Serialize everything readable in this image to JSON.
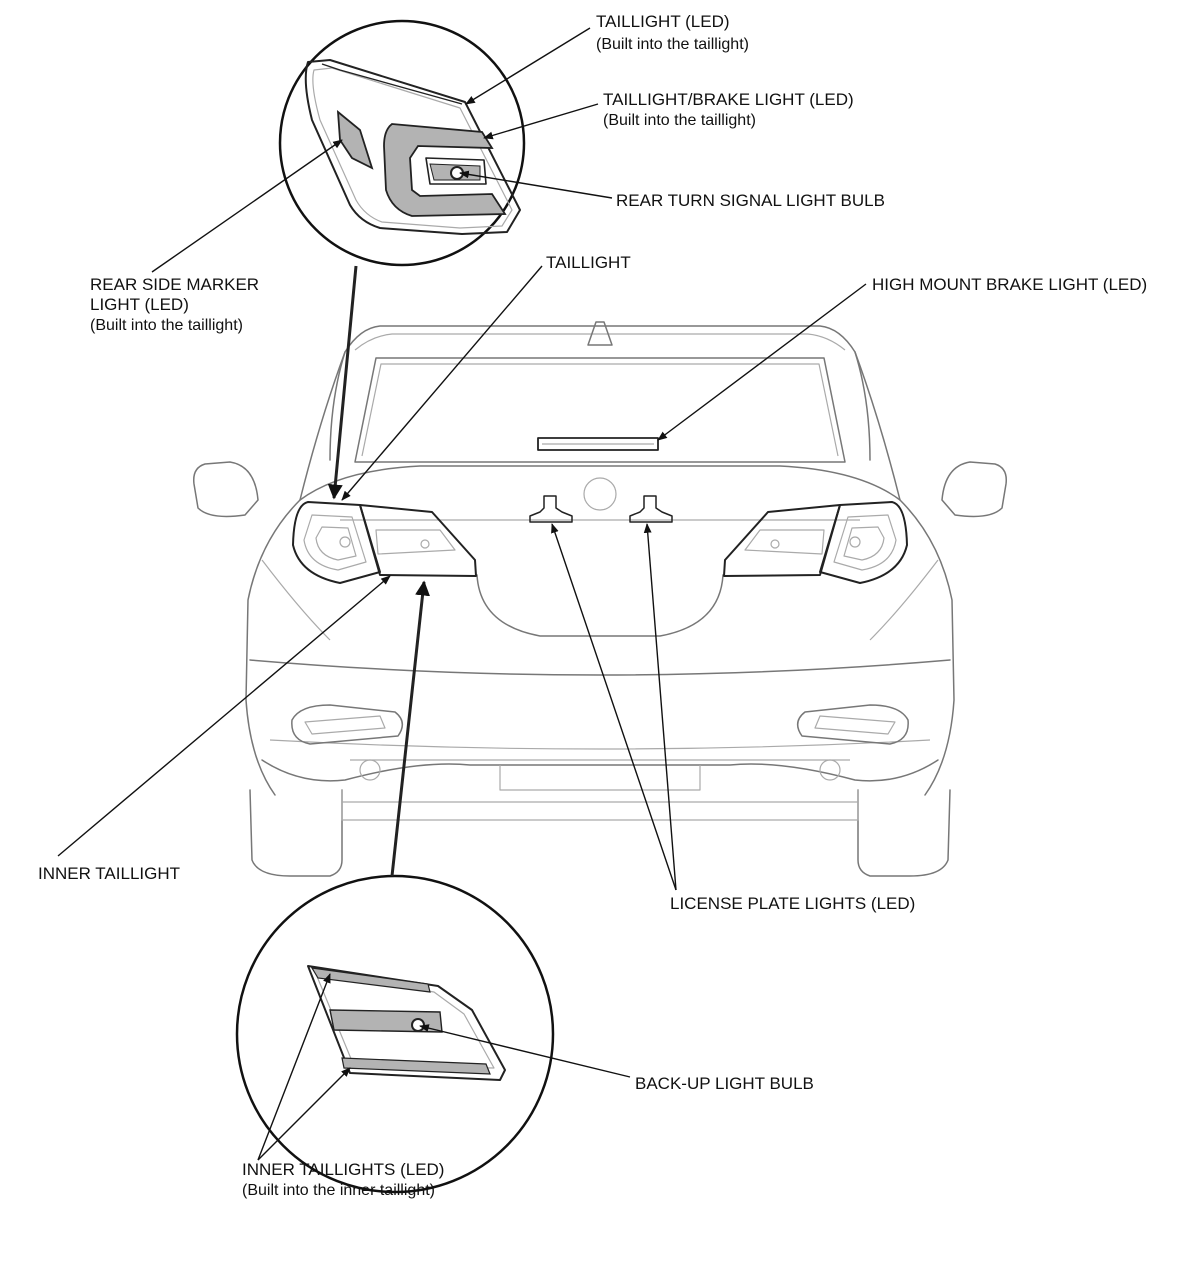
{
  "labels": {
    "taillight_led": "TAILLIGHT (LED)",
    "taillight_led_sub": "(Built into the taillight)",
    "tail_brake_led": "TAILLIGHT/BRAKE LIGHT (LED)",
    "tail_brake_led_sub": "(Built into the taillight)",
    "rear_turn_bulb": "REAR TURN SIGNAL LIGHT BULB",
    "side_marker_line1": "REAR SIDE MARKER",
    "side_marker_line2": "LIGHT (LED)",
    "side_marker_sub": "(Built into the taillight)",
    "taillight": "TAILLIGHT",
    "high_mount": "HIGH MOUNT BRAKE LIGHT (LED)",
    "inner_taillight": "INNER TAILLIGHT",
    "license_plate": "LICENSE PLATE LIGHTS (LED)",
    "backup_bulb": "BACK-UP LIGHT BULB",
    "inner_taillights_led": "INNER TAILLIGHTS (LED)",
    "inner_taillights_sub": "(Built into the inner taillight)"
  }
}
